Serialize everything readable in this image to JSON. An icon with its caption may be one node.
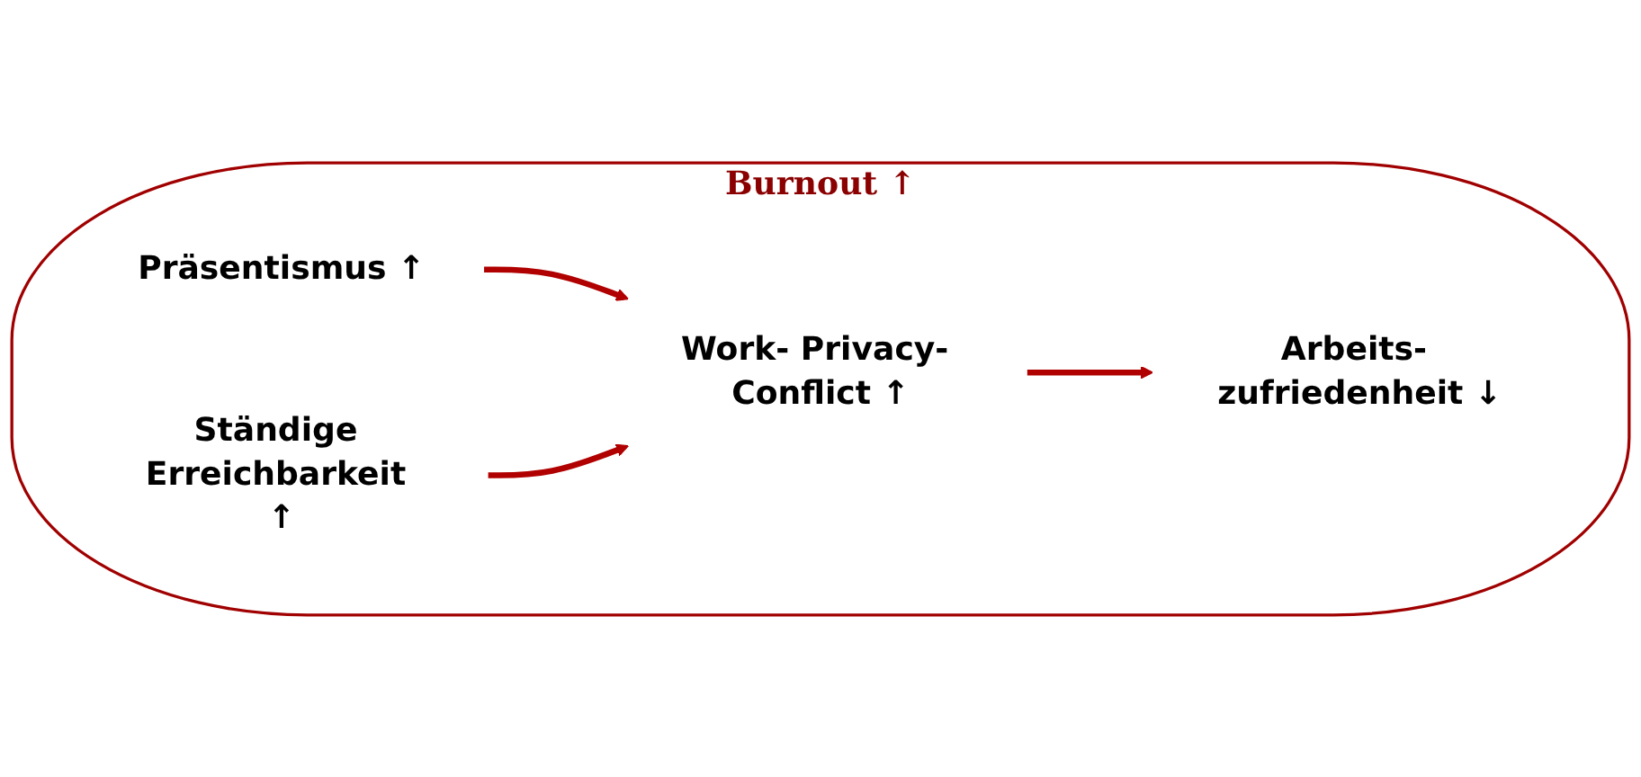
{
  "diagram": {
    "nodes": [
      {
        "text": [
          "Burnout ↑"
        ]
      },
      {
        "text": [
          "Präsentismus ↑"
        ],
        "in": 0
      },
      {
        "text": [
          "Ständige Erreichbarkeit ↑"
        ],
        "in": 0
      },
      {
        "text": [
          "Work- Privacy- Conflict ↑"
        ],
        "in": 0
      },
      {
        "text": [
          "Arbeits- zufriedenheit ↓"
        ],
        "in": 0
      }
    ],
    "edges": [
      {
        "from": 1,
        "to": 3,
        "arrow": "to"
      },
      {
        "from": 2,
        "to": 3,
        "arrow": "to"
      },
      {
        "from": 3,
        "to": 4,
        "arrow": "to"
      }
    ]
  }
}
